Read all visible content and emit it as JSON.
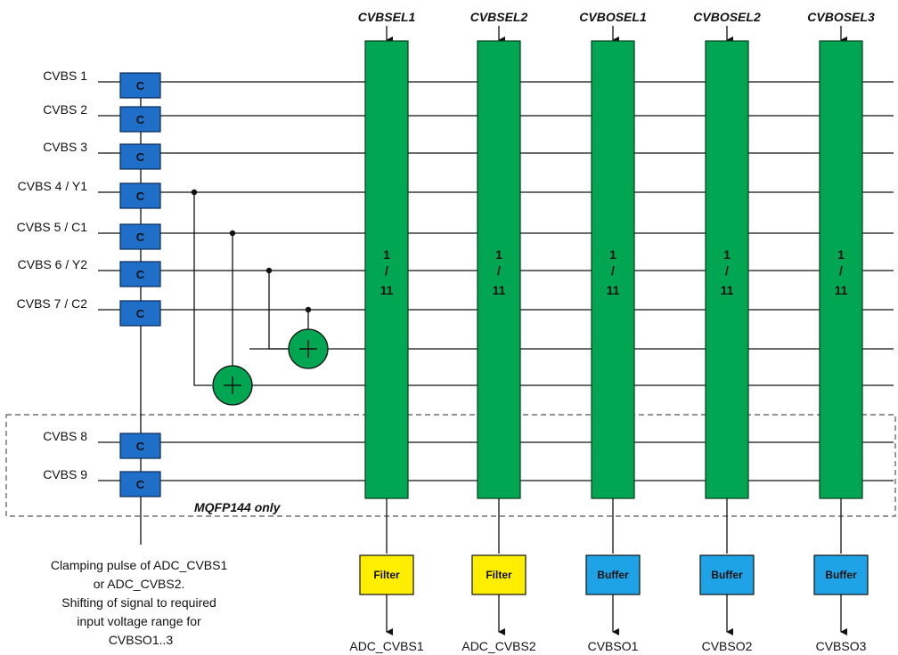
{
  "colors": {
    "clamp_fill": "#1f6fc8",
    "mux_fill": "#00a651",
    "filter_fill": "#ffee00",
    "buffer_fill": "#1ea4e6",
    "adder_fill": "#00a651",
    "wire": "#111111",
    "dashed_border": "#555555"
  },
  "inputs": [
    {
      "label": "CVBS 1",
      "clamp": "C"
    },
    {
      "label": "CVBS 2",
      "clamp": "C"
    },
    {
      "label": "CVBS 3",
      "clamp": "C"
    },
    {
      "label": "CVBS 4 / Y1",
      "clamp": "C"
    },
    {
      "label": "CVBS 5 / C1",
      "clamp": "C"
    },
    {
      "label": "CVBS 6 / Y2",
      "clamp": "C"
    },
    {
      "label": "CVBS 7 / C2",
      "clamp": "C"
    },
    {
      "label": "CVBS 8",
      "clamp": "C"
    },
    {
      "label": "CVBS 9",
      "clamp": "C"
    }
  ],
  "muxes": [
    {
      "select": "CVBSEL1",
      "ratio_top": "1",
      "ratio_mid": "/",
      "ratio_bot": "11",
      "stage": "Filter",
      "stage_type": "filter",
      "output": "ADC_CVBS1"
    },
    {
      "select": "CVBSEL2",
      "ratio_top": "1",
      "ratio_mid": "/",
      "ratio_bot": "11",
      "stage": "Filter",
      "stage_type": "filter",
      "output": "ADC_CVBS2"
    },
    {
      "select": "CVBOSEL1",
      "ratio_top": "1",
      "ratio_mid": "/",
      "ratio_bot": "11",
      "stage": "Buffer",
      "stage_type": "buffer",
      "output": "CVBSO1"
    },
    {
      "select": "CVBOSEL2",
      "ratio_top": "1",
      "ratio_mid": "/",
      "ratio_bot": "11",
      "stage": "Buffer",
      "stage_type": "buffer",
      "output": "CVBSO2"
    },
    {
      "select": "CVBOSEL3",
      "ratio_top": "1",
      "ratio_mid": "/",
      "ratio_bot": "11",
      "stage": "Buffer",
      "stage_type": "buffer",
      "output": "CVBSO3"
    }
  ],
  "adders": [
    {
      "symbol": "+"
    },
    {
      "symbol": "+"
    }
  ],
  "region_label": "MQFP144 only",
  "clamp_note": [
    "Clamping pulse of ADC_CVBS1",
    "or ADC_CVBS2.",
    "Shifting of signal to required",
    "input voltage range for",
    "CVBSO1..3"
  ]
}
